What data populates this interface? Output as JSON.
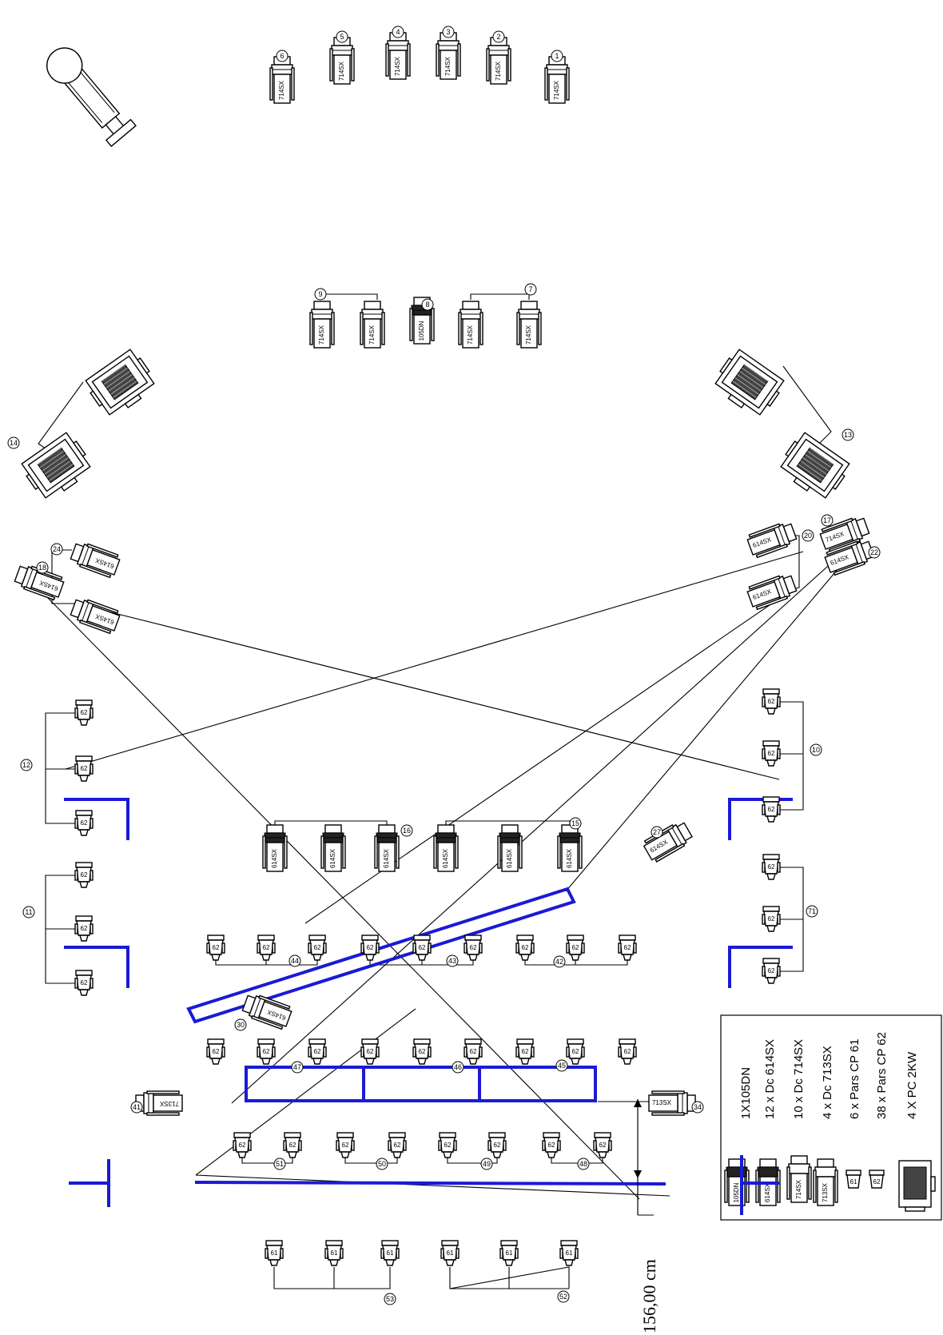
{
  "plan": {
    "numbers": [
      "1",
      "2",
      "3",
      "4",
      "5",
      "6",
      "7",
      "8",
      "9",
      "10",
      "11",
      "12",
      "13",
      "14",
      "15",
      "16",
      "17",
      "18",
      "20",
      "22",
      "24",
      "27",
      "30",
      "34",
      "41",
      "42",
      "43",
      "44",
      "45",
      "46",
      "47",
      "48",
      "49",
      "50",
      "51",
      "52",
      "53",
      "71"
    ],
    "fixture_labels": {
      "dc714": "714SX",
      "dc614": "614SX",
      "dc713": "713SX",
      "pc105": "105DN",
      "par61": "61",
      "par62": "62"
    },
    "dimension": "156,00 cm"
  },
  "legend": {
    "items": [
      "1X105DN",
      "12 x Dc 614SX",
      "10 x Dc 714SX",
      "4 x Dc 713SX",
      "6 x Pars CP 61",
      "38 x Pars CP 62",
      "4 X PC 2KW"
    ],
    "icon_labels": [
      "105DN",
      "614SX",
      "714SX",
      "713SX",
      "61",
      "62"
    ]
  },
  "colors": {
    "blue_lines": "#1a1ad6",
    "ink": "#000000"
  }
}
